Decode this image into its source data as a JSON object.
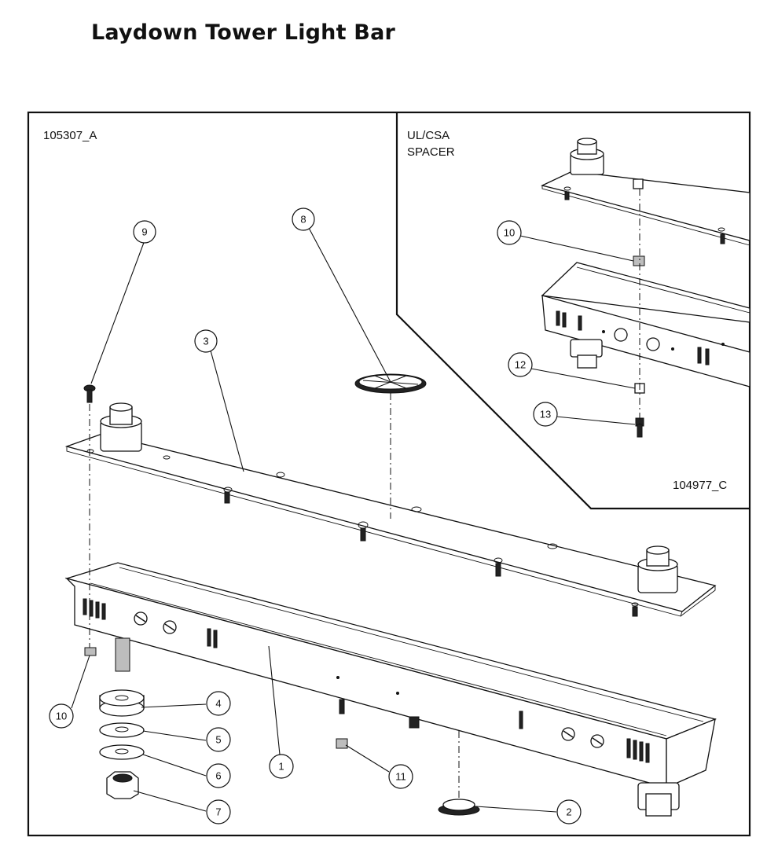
{
  "title": "Laydown Tower Light Bar",
  "main_panel": {
    "drawing_number": "105307_A"
  },
  "inset_panel": {
    "label_line1": "UL/CSA",
    "label_line2": "SPACER",
    "drawing_number": "104977_C"
  },
  "callouts": {
    "c1": "1",
    "c2": "2",
    "c3": "3",
    "c4": "4",
    "c5": "5",
    "c6": "6",
    "c7": "7",
    "c8": "8",
    "c9": "9",
    "c10": "10",
    "c11": "11",
    "inset_c10": "10",
    "inset_c12": "12",
    "inset_c13": "13"
  }
}
